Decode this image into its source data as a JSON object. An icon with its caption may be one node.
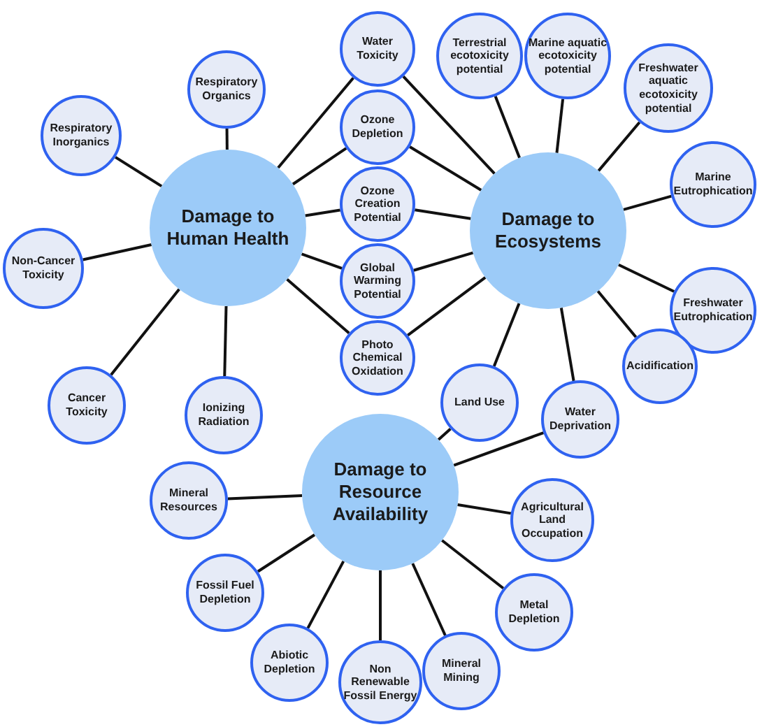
{
  "diagram": {
    "nodes": [
      {
        "text": [
          "Damage to Human Health"
        ]
      },
      {
        "text": [
          "Damage to Ecosystems"
        ]
      },
      {
        "text": [
          "Damage to Resource Availability"
        ]
      },
      {
        "text": [
          "Respiratory Organics"
        ]
      },
      {
        "text": [
          "Respiratory Inorganics"
        ]
      },
      {
        "text": [
          "Non-Cancer Toxicity"
        ]
      },
      {
        "text": [
          "Cancer Toxicity"
        ]
      },
      {
        "text": [
          "Ionizing Radiation"
        ]
      },
      {
        "text": [
          "Water Toxicity"
        ]
      },
      {
        "text": [
          "Ozone Depletion"
        ]
      },
      {
        "text": [
          "Ozone Creation Potential"
        ]
      },
      {
        "text": [
          "Global Warming Potential"
        ]
      },
      {
        "text": [
          "Photo Chemical Oxidation"
        ]
      },
      {
        "text": [
          "Terrestrial ecotoxicity potential"
        ]
      },
      {
        "text": [
          "Marine aquatic ecotoxicity potential"
        ]
      },
      {
        "text": [
          "Freshwater aquatic ecotoxicity potential"
        ]
      },
      {
        "text": [
          "Marine Eutrophication"
        ]
      },
      {
        "text": [
          "Freshwater Eutrophication"
        ]
      },
      {
        "text": [
          "Acidification"
        ]
      },
      {
        "text": [
          "Land Use"
        ]
      },
      {
        "text": [
          "Water Deprivation"
        ]
      },
      {
        "text": [
          "Agricultural Land Occupation"
        ]
      },
      {
        "text": [
          "Metal Depletion"
        ]
      },
      {
        "text": [
          "Mineral Mining"
        ]
      },
      {
        "text": [
          "Non Renewable Fossil Energy"
        ]
      },
      {
        "text": [
          "Abiotic Depletion"
        ]
      },
      {
        "text": [
          "Fossil Fuel Depletion"
        ]
      },
      {
        "text": [
          "Mineral Resources"
        ]
      }
    ],
    "edges": [
      {
        "from": 0,
        "to": 3,
        "arrow": "none"
      },
      {
        "from": 0,
        "to": 4,
        "arrow": "none"
      },
      {
        "from": 0,
        "to": 5,
        "arrow": "none"
      },
      {
        "from": 0,
        "to": 6,
        "arrow": "none"
      },
      {
        "from": 0,
        "to": 7,
        "arrow": "none"
      },
      {
        "from": 0,
        "to": 8,
        "arrow": "none"
      },
      {
        "from": 0,
        "to": 9,
        "arrow": "none"
      },
      {
        "from": 0,
        "to": 10,
        "arrow": "none"
      },
      {
        "from": 0,
        "to": 11,
        "arrow": "none"
      },
      {
        "from": 0,
        "to": 12,
        "arrow": "none"
      },
      {
        "from": 1,
        "to": 8,
        "arrow": "none"
      },
      {
        "from": 1,
        "to": 9,
        "arrow": "none"
      },
      {
        "from": 1,
        "to": 10,
        "arrow": "none"
      },
      {
        "from": 1,
        "to": 11,
        "arrow": "none"
      },
      {
        "from": 1,
        "to": 12,
        "arrow": "none"
      },
      {
        "from": 1,
        "to": 13,
        "arrow": "none"
      },
      {
        "from": 1,
        "to": 14,
        "arrow": "none"
      },
      {
        "from": 1,
        "to": 15,
        "arrow": "none"
      },
      {
        "from": 1,
        "to": 16,
        "arrow": "none"
      },
      {
        "from": 1,
        "to": 17,
        "arrow": "none"
      },
      {
        "from": 1,
        "to": 18,
        "arrow": "none"
      },
      {
        "from": 1,
        "to": 19,
        "arrow": "none"
      },
      {
        "from": 1,
        "to": 20,
        "arrow": "none"
      },
      {
        "from": 2,
        "to": 19,
        "arrow": "none"
      },
      {
        "from": 2,
        "to": 20,
        "arrow": "none"
      },
      {
        "from": 2,
        "to": 21,
        "arrow": "none"
      },
      {
        "from": 2,
        "to": 22,
        "arrow": "none"
      },
      {
        "from": 2,
        "to": 23,
        "arrow": "none"
      },
      {
        "from": 2,
        "to": 24,
        "arrow": "none"
      },
      {
        "from": 2,
        "to": 25,
        "arrow": "none"
      },
      {
        "from": 2,
        "to": 26,
        "arrow": "none"
      },
      {
        "from": 2,
        "to": 27,
        "arrow": "none"
      }
    ]
  }
}
